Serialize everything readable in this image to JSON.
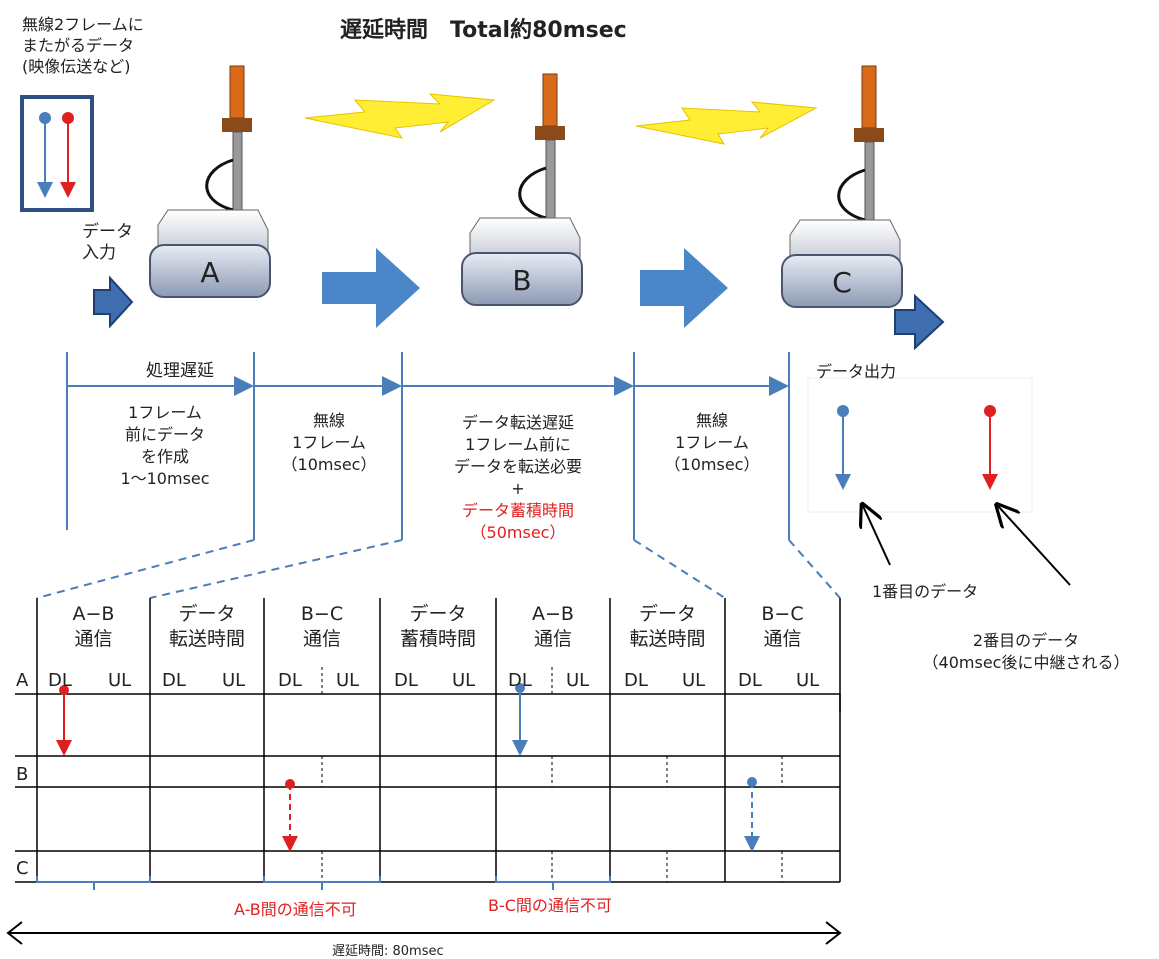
{
  "title": "遅延時間　Total約80msec",
  "input_box": {
    "lines": [
      "無線2フレームに",
      "またがるデータ",
      "(映像伝送など)"
    ]
  },
  "data_input": [
    "データ",
    "入力"
  ],
  "nodes": [
    "A",
    "B",
    "C"
  ],
  "output_label": "データ出力",
  "segments": [
    {
      "head": "処理遅延",
      "lines": [
        "1フレーム",
        "前にデータ",
        "を作成",
        "1～10msec"
      ]
    },
    {
      "lines": [
        "無線",
        "1フレーム",
        "（10msec）"
      ]
    },
    {
      "lines": [
        "データ転送遅延",
        "1フレーム前に",
        "データを転送必要",
        "+"
      ],
      "red_lines": [
        "データ蓄積時間",
        "（50msec）"
      ]
    },
    {
      "lines": [
        "無線",
        "1フレーム",
        "（10msec）"
      ]
    }
  ],
  "first_data": "1番目のデータ",
  "second_data": [
    "2番目のデータ",
    "（40msec後に中継される）"
  ],
  "table": {
    "headers": [
      [
        "A−B",
        "通信"
      ],
      [
        "データ",
        "転送時間"
      ],
      [
        "B−C",
        "通信"
      ],
      [
        "データ",
        "蓄積時間"
      ],
      [
        "A−B",
        "通信"
      ],
      [
        "データ",
        "転送時間"
      ],
      [
        "B−C",
        "通信"
      ]
    ],
    "dl": "DL",
    "ul": "UL",
    "rows": [
      "A",
      "B",
      "C"
    ]
  },
  "notes": [
    "A-B間の通信不可",
    "B-C間の通信不可"
  ],
  "delay_total": "遅延時間: 80msec",
  "colors": {
    "blue": "#4a7ebb",
    "red": "#e02020",
    "arrow": "#4a86c8",
    "frame": "#2e5c9a",
    "flash": "#ffee33",
    "antenna": "#d86a1a"
  }
}
